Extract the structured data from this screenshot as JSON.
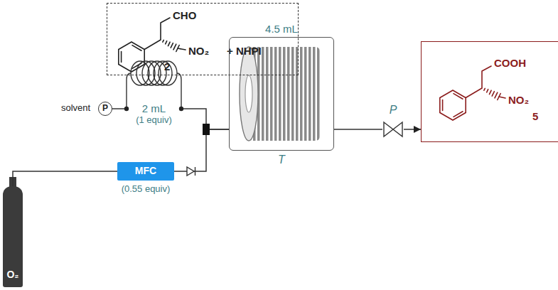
{
  "diagram": {
    "nodes": [
      {
        "text": [
          "CHO",
          "NO₂",
          "2",
          "+ NHPI"
        ]
      },
      {
        "text": [
          "solvent",
          "P"
        ]
      },
      {
        "text": [
          "2 mL",
          "(1 equiv)"
        ]
      },
      {
        "text": [
          "MFC",
          "(0.55 equiv)"
        ]
      },
      {
        "text": [
          "O₂"
        ]
      },
      {
        "text": [
          "4.5 mL",
          "T"
        ]
      },
      {
        "text": [
          "P"
        ]
      },
      {
        "text": [
          "COOH",
          "NO₂",
          "5"
        ]
      }
    ],
    "edges": [
      {
        "from": 1,
        "to": 2,
        "arrow": "none"
      },
      {
        "from": 2,
        "to": 5,
        "arrow": "none"
      },
      {
        "from": 4,
        "to": 3,
        "arrow": "none"
      },
      {
        "from": 3,
        "to": 5,
        "arrow": "none"
      },
      {
        "from": 5,
        "to": 6,
        "arrow": "none"
      },
      {
        "from": 6,
        "to": 7,
        "arrow": "to"
      }
    ]
  }
}
